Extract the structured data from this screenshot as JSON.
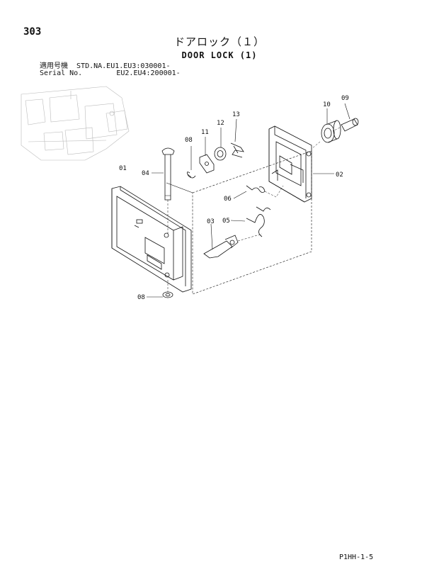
{
  "page_number": "303",
  "title_ja": "ドアロック（１）",
  "title_en": "DOOR LOCK (1)",
  "applicability": {
    "line1": "適用号機  STD.NA.EU1.EU3:030001-",
    "line2": "Serial No.        EU2.EU4:200001-"
  },
  "callouts": {
    "p01": "01",
    "p02": "02",
    "p03": "03",
    "p04": "04",
    "p05": "05",
    "p06": "06",
    "p08a": "08",
    "p08b": "08",
    "p09": "09",
    "p10": "10",
    "p11": "11",
    "p12": "12",
    "p13": "13"
  },
  "footer_code": "P1HH-1-5"
}
